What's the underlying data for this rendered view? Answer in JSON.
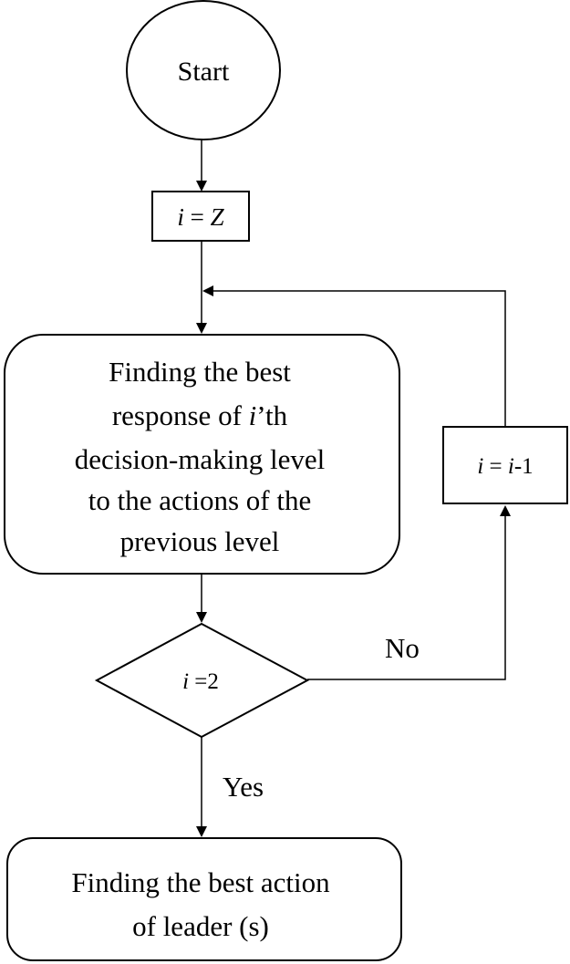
{
  "diagram": {
    "start": {
      "label": "Start"
    },
    "init": {
      "var": "i",
      "rest": " = ",
      "value": "Z"
    },
    "process": {
      "line1": "Finding the best",
      "line2_pre": "response of ",
      "line2_var": "i",
      "line2_post": "’th",
      "line3": "decision-making level",
      "line4": "to the actions of the",
      "line5": "previous level"
    },
    "decision": {
      "var": "i",
      "rest": " =2"
    },
    "decrement": {
      "var1": "i",
      "mid": " = ",
      "var2": "i",
      "suffix": "-1"
    },
    "edge_no": {
      "label": "No"
    },
    "edge_yes": {
      "label": "Yes"
    },
    "end": {
      "line1": "Finding the best action",
      "line2": "of leader (s)"
    }
  }
}
